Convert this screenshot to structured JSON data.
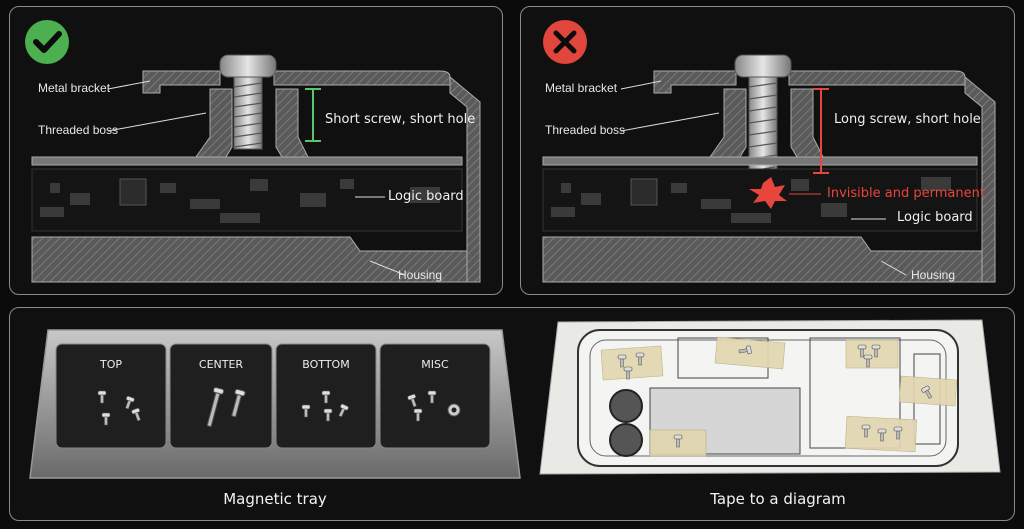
{
  "correct_panel": {
    "status_icon": "check-icon",
    "status_color": "#4caf50",
    "labels": {
      "bracket": "Metal bracket",
      "boss": "Threaded boss",
      "screw_note": "Short screw, short hole",
      "board": "Logic board",
      "housing": "Housing"
    },
    "accent": "#5cc46a"
  },
  "wrong_panel": {
    "status_icon": "x-icon",
    "status_color": "#e0463c",
    "labels": {
      "bracket": "Metal bracket",
      "boss": "Threaded boss",
      "screw_note": "Long screw, short hole",
      "damage": "Invisible and permanent",
      "board": "Logic board",
      "housing": "Housing"
    },
    "accent": "#e8453c"
  },
  "storage_panel": {
    "tray": {
      "compartments": [
        "TOP",
        "CENTER",
        "BOTTOM",
        "MISC"
      ],
      "caption": "Magnetic tray"
    },
    "diagram": {
      "caption": "Tape to a diagram"
    }
  }
}
